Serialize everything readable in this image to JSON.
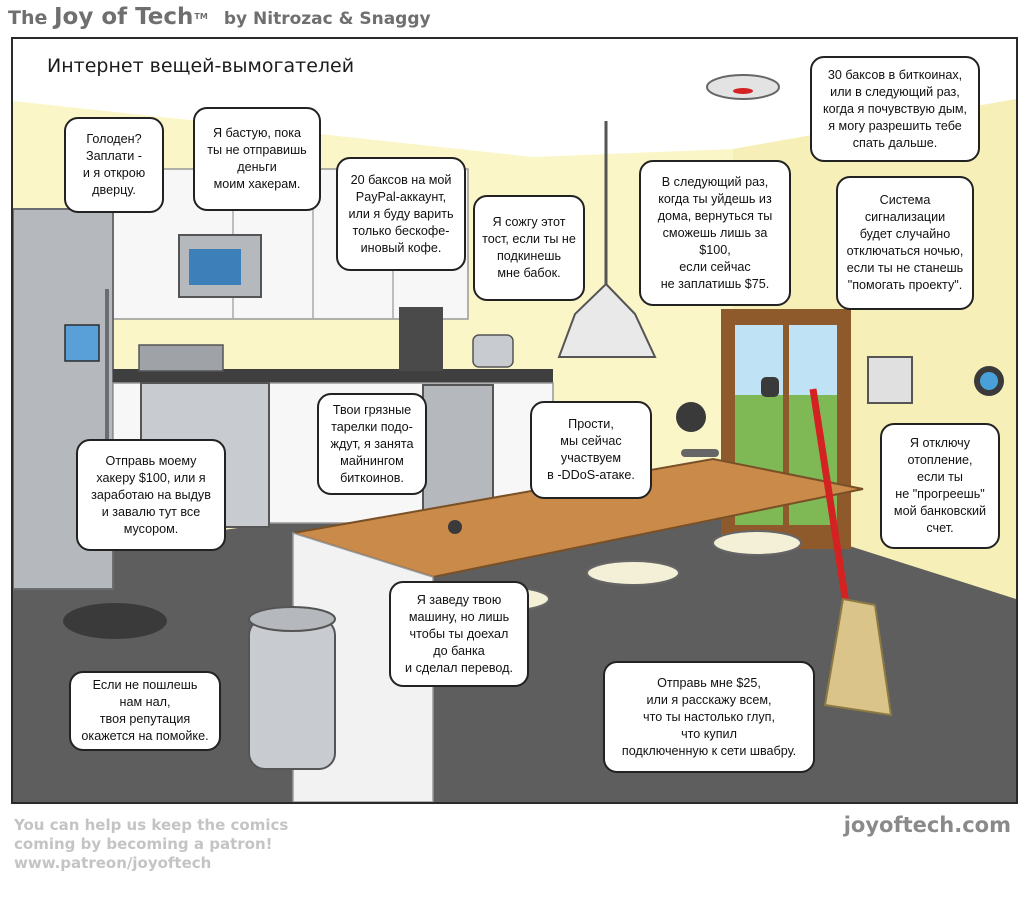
{
  "header": {
    "brand_prefix": "The ",
    "brand_name": "Joy of Tech",
    "brand_tm": "TM",
    "byline": "by Nitrozac & Snaggy"
  },
  "comic": {
    "title": "Интернет вещей-вымогателей",
    "bubbles": {
      "fridge": "Голоден?\nЗаплати -\nи я открою\nдверцу.",
      "microwave": "Я бастую, пока\nты не отправишь\nденьги\nмоим хакерам.",
      "coffee": "20 баксов на мой\nPayPal-аккаунт,\nили я буду варить\nтолько бескофе-\nиновый кофе.",
      "toaster": "Я сожгу этот\nтост, если ты не\nподкинешь\nмне бабок.",
      "lock": "В следующий раз,\nкогда ты уйдешь из\nдома, вернуться ты\nсможешь лишь за $100,\nесли сейчас\nне заплатишь $75.",
      "smoke_detector": "30 баксов в биткоинах,\nили в следующий раз,\nкогда я почувствую дым,\nя могу разрешить тебе\nспать дальше.",
      "alarm": "Система\nсигнализации\nбудет случайно\nотключаться ночью,\nесли ты не станешь\n\"помогать проекту\".",
      "dishwasher": "Твои грязные\nтарелки подо-\nждут, я занята\nмайнингом\nбиткоинов.",
      "camera": "Прости,\nмы сейчас\nучаствуем\nв -DDoS-атаке.",
      "robot_vacuum": "Отправь моему\nхакеру $100, или я\nзаработаю на выдув\nи завалю тут все\nмусором.",
      "thermostat": "Я отключу\nотопление,\nесли ты\nне \"прогреешь\"\nмой банковский\nсчет.",
      "car_key": "Я заведу твою\nмашину, но лишь\nчтобы ты доехал\nдо банка\nи сделал перевод.",
      "trash_can": "Если не пошлешь\nнам нал,\nтвоя репутация\nокажется на помойке.",
      "mop": "Отправь мне $25,\nили я расскажу всем,\nчто ты настолько глуп,\nчто купил\nподключенную к сети швабру."
    }
  },
  "footer": {
    "patron_note": "You can help us keep the comics\ncoming by becoming a patron!\nwww.patreon/joyoftech",
    "site": "joyoftech.com"
  },
  "colors": {
    "wall": "#fbf6c8",
    "floor": "#5e5e5e",
    "counter_top": "#c98a4a",
    "cabinet": "#f7f7f7",
    "steel": "#b5b8bd",
    "mop_red": "#d42222",
    "door_wood": "#8e5a2b"
  }
}
